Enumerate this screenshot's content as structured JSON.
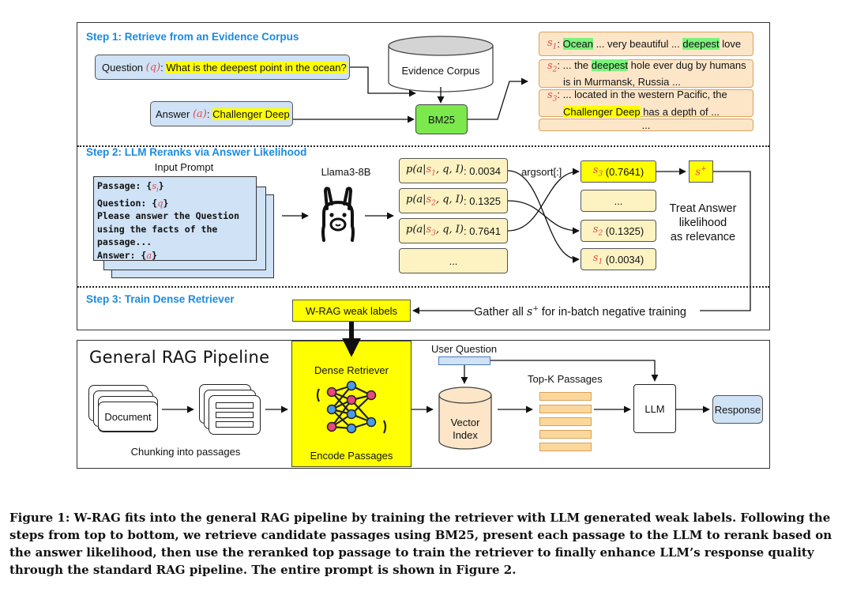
{
  "step1": {
    "title": "Step 1: Retrieve from an Evidence Corpus",
    "question_label": "Question",
    "question_var": "(q)",
    "question_text": "What is the deepest point in the ocean?",
    "answer_label": "Answer",
    "answer_var": "(a)",
    "answer_text": "Challenger Deep",
    "corpus_label": "Evidence Corpus",
    "bm25_label": "BM25",
    "passages": {
      "s1_var": "s",
      "s1_sub": "1",
      "s1_a": "Ocean",
      "s1_b": " ... very beautiful ... ",
      "s1_c": "deepest",
      "s1_d": " love",
      "s2_sub": "2",
      "s2_a": "... the ",
      "s2_b": "deepest",
      "s2_c": " hole ever dug by humans",
      "s2_d": "is in Murmansk, Russia ...",
      "s3_sub": "3",
      "s3_a": "... located in the western Pacific, the",
      "s3_b": "Challenger Deep",
      "s3_c": " has a depth of ...",
      "more": "..."
    }
  },
  "step2": {
    "title": "Step 2: LLM Reranks via Answer Likelihood",
    "input_prompt_label": "Input Prompt",
    "prompt_lines": {
      "l1a": "Passage: {",
      "l1b": "s",
      "l1c": "i",
      "l1d": "}",
      "l2a": "Question: {",
      "l2b": "q",
      "l2c": "}",
      "l3": "Please answer the Question",
      "l4": "using the facts of the",
      "l5": "passage...",
      "l6a": "Answer: {",
      "l6b": "a",
      "l6c": "}"
    },
    "model_label": "Llama3-8B",
    "likelihoods": [
      {
        "sub": "1",
        "value": "0.0034"
      },
      {
        "sub": "2",
        "value": "0.1325"
      },
      {
        "sub": "3",
        "value": "0.7641"
      }
    ],
    "likelihood_more": "...",
    "argsort_label": "argsort[:]",
    "ranked": [
      {
        "sub": "3",
        "value": "(0.7641)"
      },
      {
        "sub": "2",
        "value": "(0.1325)"
      },
      {
        "sub": "1",
        "value": "(0.0034)"
      }
    ],
    "ranked_more": "...",
    "splus": "s",
    "splus_sup": "+",
    "treat_label_1": "Treat Answer",
    "treat_label_2": "likelihood",
    "treat_label_3": "as relevance"
  },
  "step3": {
    "title": "Step 3: Train Dense Retriever",
    "weak_labels": "W-RAG weak labels",
    "gather_a": "Gather all ",
    "gather_b": " for in-batch negative training"
  },
  "pipeline": {
    "title": "General RAG Pipeline",
    "document_label": "Document",
    "chunking_label": "Chunking into passages",
    "dense_retriever_label": "Dense Retriever",
    "encode_label": "Encode Passages",
    "user_question_label": "User Question",
    "vector_index_1": "Vector",
    "vector_index_2": "Index",
    "topk_label": "Top-K Passages",
    "llm_label": "LLM",
    "response_label": "Response"
  },
  "caption": "Figure 1: W-RAG fits into the general RAG pipeline by training the retriever with LLM generated weak labels. Following the steps from top to bottom, we retrieve candidate passages using BM25, present each passage to the LLM to rerank based on the answer likelihood, then use the reranked top passage to train the retriever to finally enhance LLM’s response quality through the standard RAG pipeline. The entire prompt is shown in Figure 2.",
  "colors": {
    "step_title": "#1a8be0",
    "blue_fill": "#cfe2f6",
    "peach_fill": "#fde6c8",
    "cream_fill": "#fdf3c2",
    "highlight_yellow": "#ffff00",
    "highlight_green": "#7cf27c",
    "bm25_green": "#7be84c",
    "response_fill": "#cfe2f6",
    "variable_red": "#e04a4a"
  },
  "icons": {
    "llama": "llama-icon",
    "network": "neural-network-icon",
    "database": "database-icon"
  }
}
